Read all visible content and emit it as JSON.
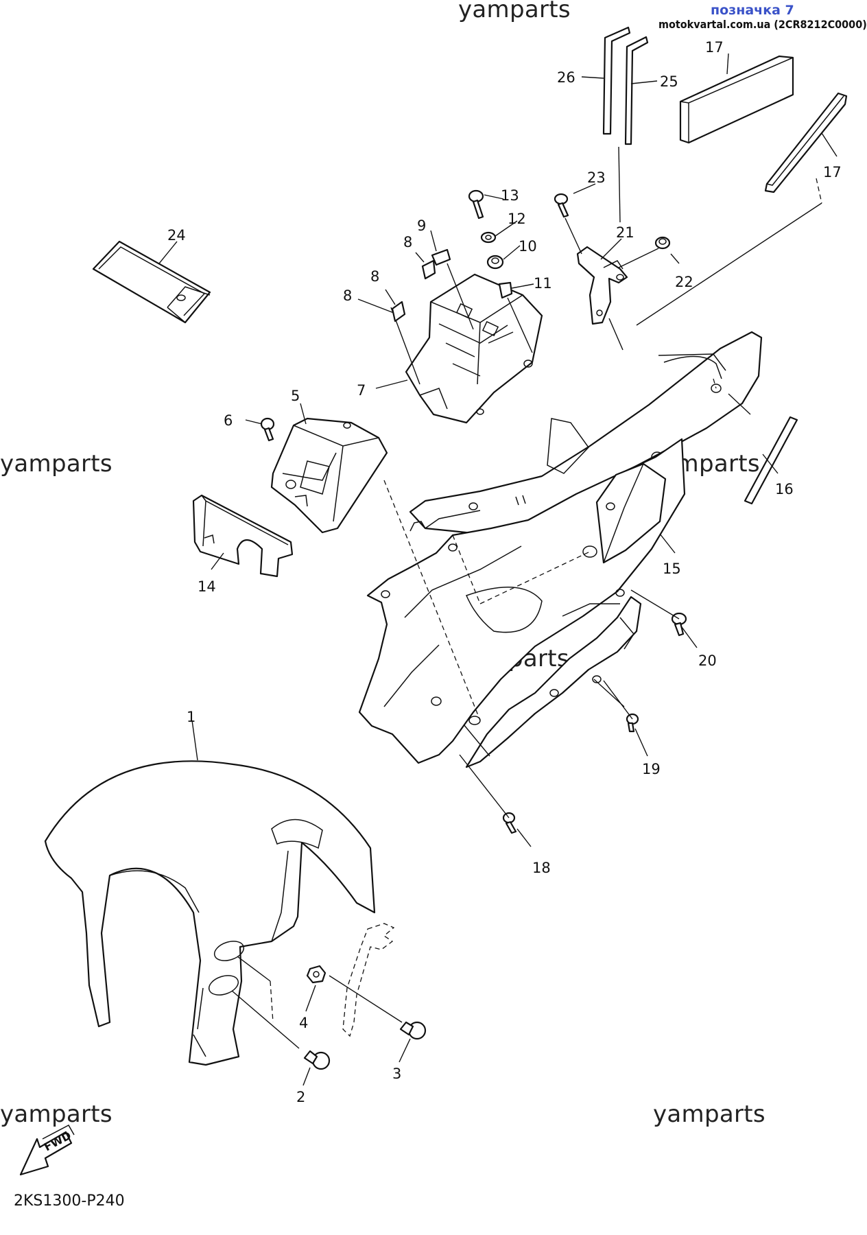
{
  "header": {
    "title": "позначка 7",
    "source": "motokvartal.com.ua (2CR8212C0000)"
  },
  "watermarks": [
    {
      "id": "wm-top",
      "text": "yamparts"
    },
    {
      "id": "wm-left-mid",
      "text": "yamparts"
    },
    {
      "id": "wm-right-mid",
      "text": "yamparts"
    },
    {
      "id": "wm-center",
      "text": "yamparts"
    },
    {
      "id": "wm-left-bottom",
      "text": "yamparts"
    },
    {
      "id": "wm-right-bottom",
      "text": "yamparts"
    }
  ],
  "diagram_code": "2KS1300-P240",
  "fwd_label": "FWD",
  "callouts": [
    "1",
    "2",
    "3",
    "4",
    "5",
    "6",
    "7",
    "8",
    "8",
    "8",
    "9",
    "10",
    "11",
    "12",
    "13",
    "14",
    "15",
    "16",
    "17",
    "17",
    "18",
    "19",
    "20",
    "21",
    "22",
    "23",
    "24",
    "25",
    "26"
  ]
}
